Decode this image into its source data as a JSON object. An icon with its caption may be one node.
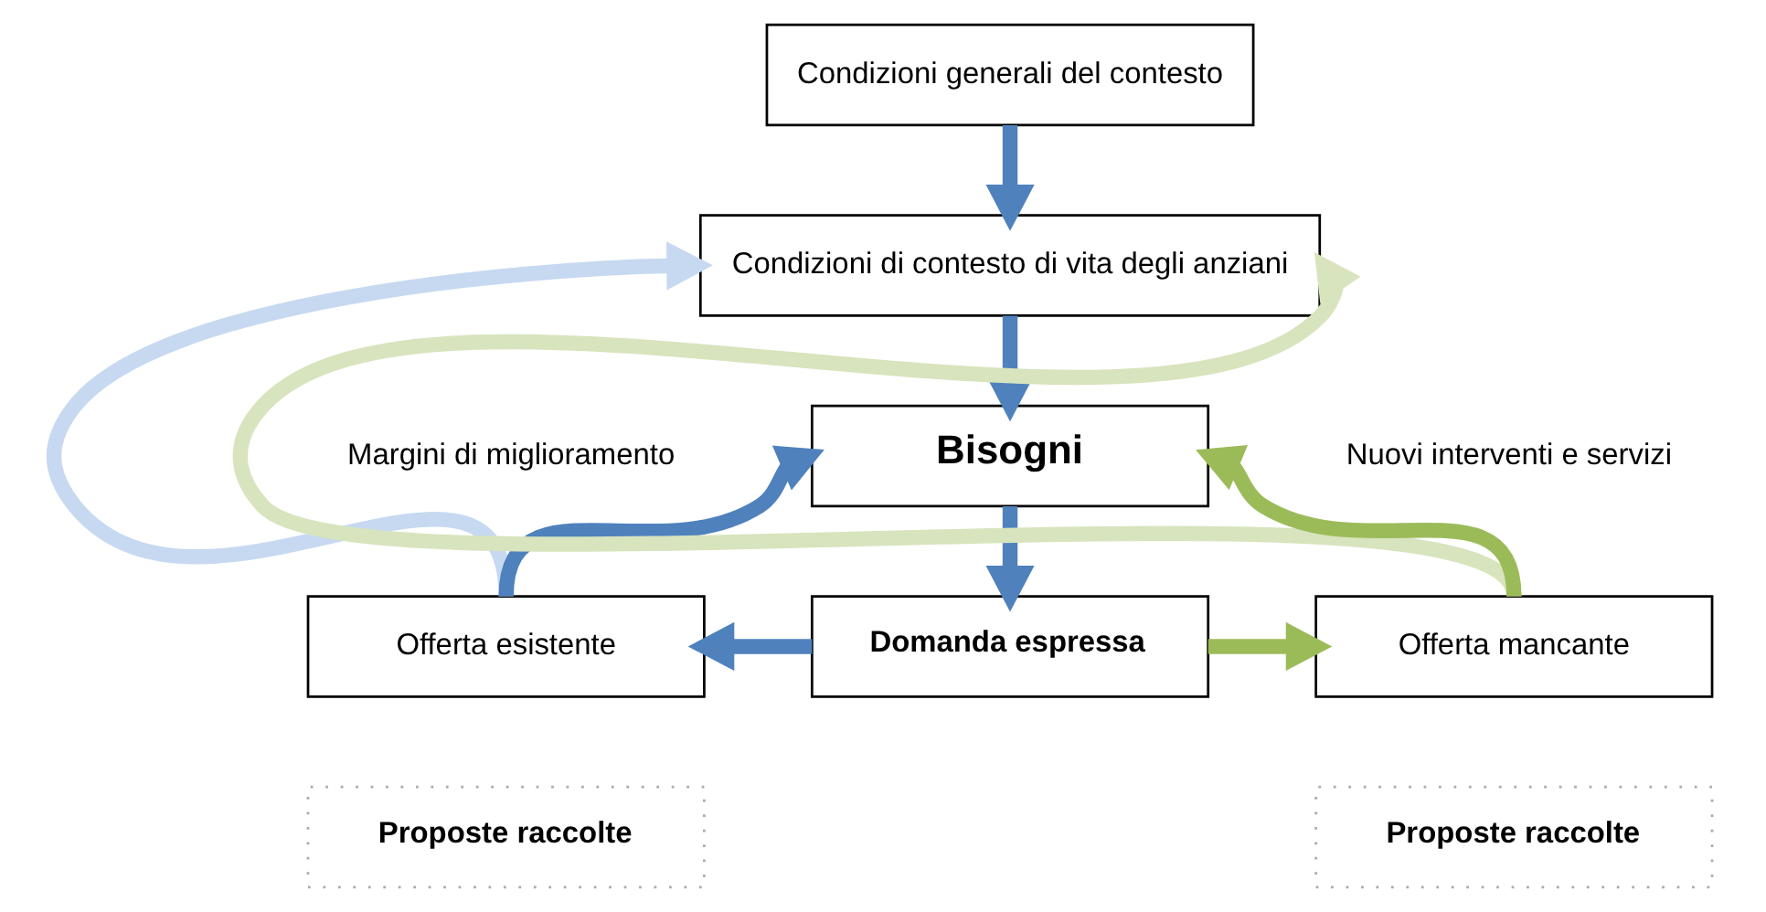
{
  "diagram": {
    "nodes": [
      {
        "text": [
          "Condizioni generali del contesto"
        ]
      },
      {
        "text": [
          "Condizioni di contesto di vita degli anziani"
        ]
      },
      {
        "text": [
          "Bisogni"
        ]
      },
      {
        "text": [
          "Offerta esistente"
        ]
      },
      {
        "text": [
          "Domanda espressa"
        ]
      },
      {
        "text": [
          "Offerta mancante"
        ]
      },
      {
        "text": [
          "Proposte raccolte"
        ]
      },
      {
        "text": [
          "Proposte raccolte"
        ]
      }
    ],
    "edges": [
      {
        "from": 0,
        "to": 1,
        "arrow": "to"
      },
      {
        "from": 1,
        "to": 2,
        "arrow": "to"
      },
      {
        "from": 2,
        "to": 4,
        "arrow": "to"
      },
      {
        "from": 4,
        "to": 3,
        "arrow": "to"
      },
      {
        "from": 4,
        "to": 5,
        "arrow": "to",
        "color": "#9bbb59"
      },
      {
        "from": 3,
        "to": 1,
        "arrow": "to",
        "color": "#c6d9f1"
      },
      {
        "from": 3,
        "to": 2,
        "arrow": "to"
      },
      {
        "from": 5,
        "to": 1,
        "arrow": "to",
        "color": "#d7e4bd"
      },
      {
        "from": 5,
        "to": 2,
        "arrow": "to",
        "color": "#9bbb59"
      }
    ],
    "labels": [
      "Margini di miglioramento",
      "Nuovi interventi e servizi"
    ]
  }
}
